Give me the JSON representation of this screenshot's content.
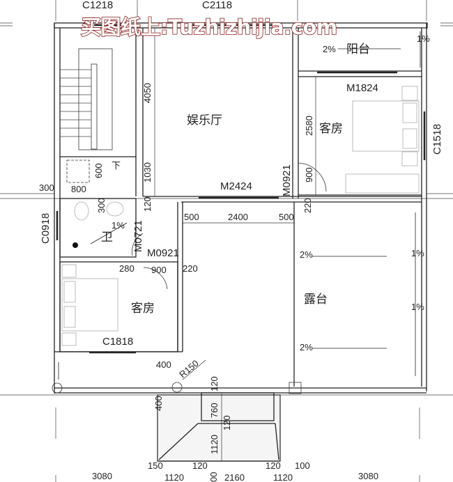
{
  "watermark": "买图纸上:Tuzhizhijia.com",
  "rooms": {
    "entertainment_hall": "娱乐厅",
    "balcony": "阳台",
    "guest_room_right": "客房",
    "guest_room_left": "客房",
    "terrace": "露台",
    "bathroom_mark": "卫"
  },
  "labels": {
    "window_top_left": "C1218",
    "window_top": "C2118",
    "door_bedroom_right": "M1824",
    "window_right": "C1518",
    "door_hall": "M2424",
    "door_bedroom_right_side": "M0921",
    "door_bath": "M0721",
    "door_bedroom_left": "M0921",
    "window_bath": "C0918",
    "window_bedroom_left": "C1818",
    "stair_down": "下",
    "radius": "R150"
  },
  "slopes": {
    "balcony": "2%",
    "balcony_side": "1%",
    "bath": "1%",
    "terrace_1": "2%",
    "terrace_2": "2%",
    "terrace_side_1": "1%",
    "terrace_side_2": "1%"
  },
  "dimensions": {
    "d4050": "4050",
    "d1030": "1030",
    "d600": "600",
    "d300a": "300",
    "d800": "800",
    "d300b": "300",
    "d120a": "120",
    "d2580": "2580",
    "d900a": "900",
    "d220a": "220",
    "d500a": "500",
    "d2400": "2400",
    "d500b": "500",
    "d280": "280",
    "d900b": "900",
    "d220b": "220",
    "d400a": "400",
    "d120b": "120",
    "d400b": "400",
    "d760": "760",
    "d120c": "120",
    "d1120v": "1120",
    "d150": "150",
    "d120d": "120",
    "d120e": "120",
    "d100": "100",
    "b3080a": "3080",
    "b1120a": "1120",
    "b00": "00",
    "b2160": "2160",
    "b1120b": "1120",
    "b3080b": "3080"
  }
}
